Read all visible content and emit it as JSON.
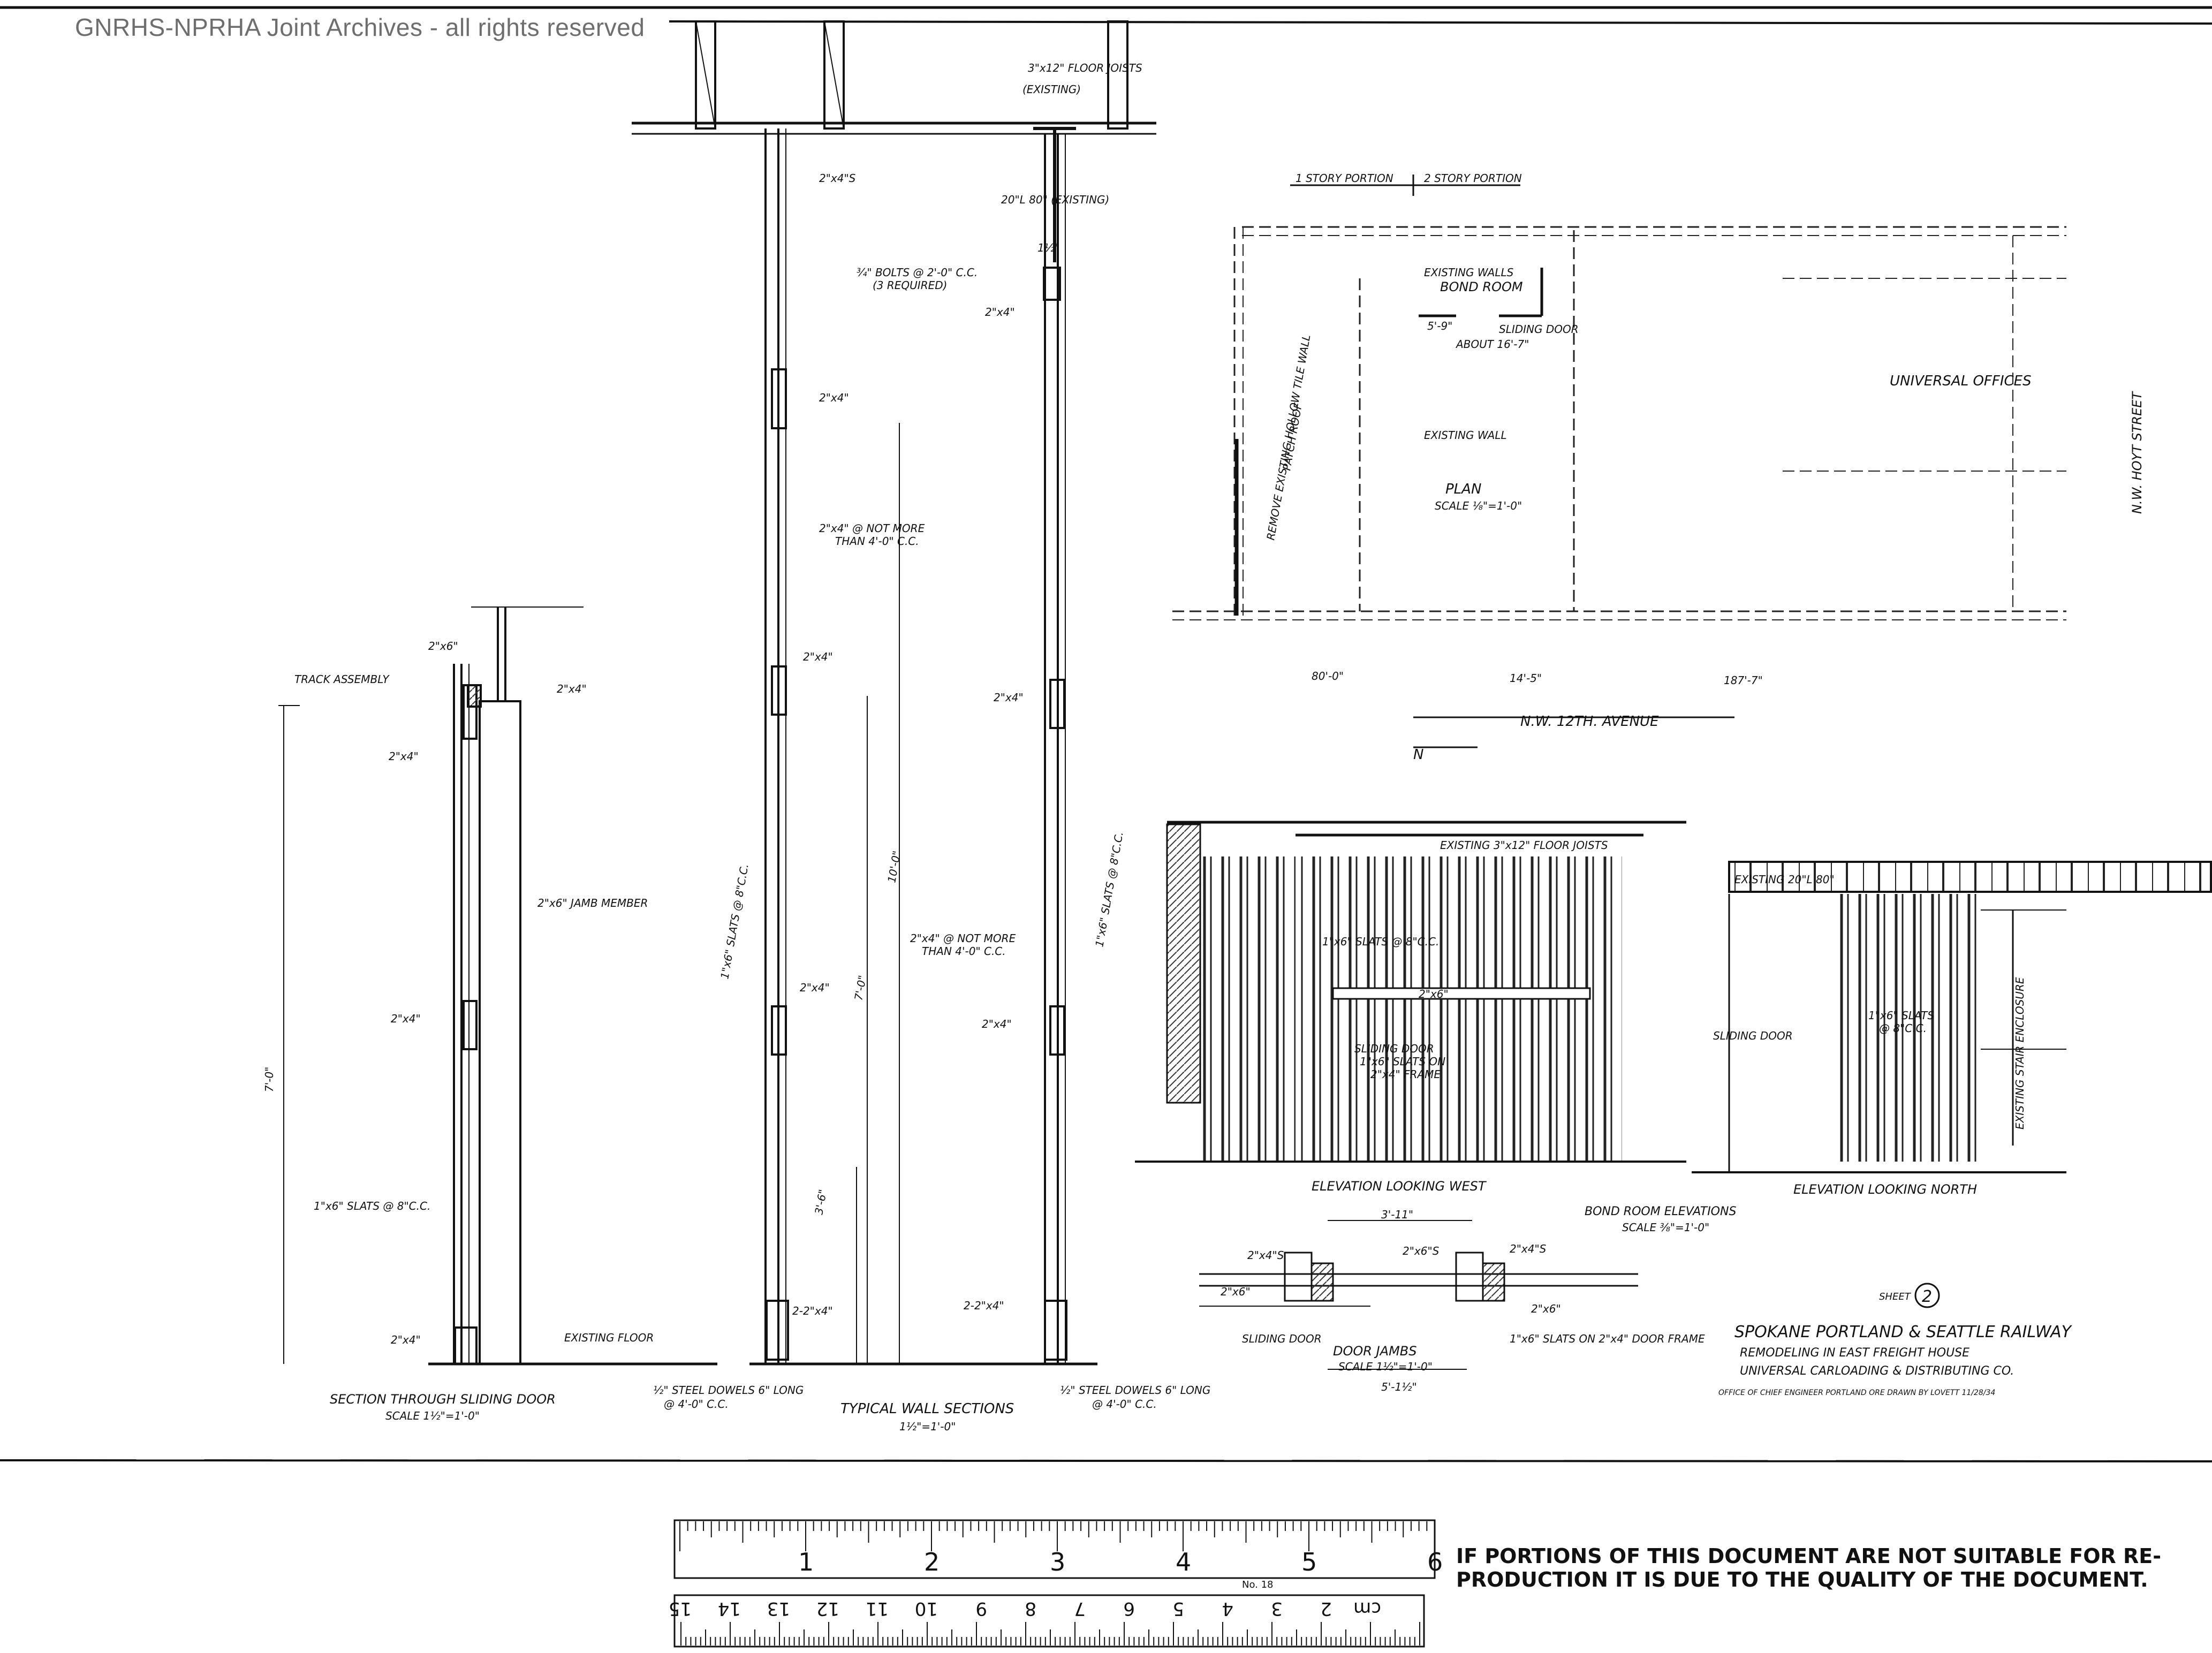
{
  "watermark": "GNRHS-NPRHA Joint Archives - all rights reserved",
  "top_wall": {
    "floor_joists": "3\"x12\" FLOOR JOISTS",
    "existing": "(EXISTING)",
    "studs_top": "2\"x4\"S",
    "beam": "20\"L 80\" (EXISTING)",
    "bolts": "¾\" BOLTS @ 2'-0\" C.C.",
    "bolts_req": "(3 REQUIRED)",
    "half": "1½\"",
    "block_right_top": "2\"x4\"",
    "block_left_mid": "2\"x4\"",
    "note_studs_1": "2\"x4\" @ NOT MORE",
    "note_studs_2": "THAN 4'-0\" C.C.",
    "block_left_low": "2\"x4\"",
    "block_right_mid": "2\"x4\"",
    "slats_left": "1\"x6\" SLATS @ 8\"C.C.",
    "slats_right": "1\"x6\" SLATS @ 8\"C.C.",
    "height_10": "10'-0\"",
    "height_7": "7'-0\"",
    "note2_1": "2\"x4\" @ NOT MORE",
    "note2_2": "THAN 4'-0\" C.C.",
    "block_left_7": "2\"x4\"",
    "block_right_7": "2\"x4\"",
    "height_3": "3'-6\"",
    "bottom_left": "2-2\"x4\"",
    "bottom_right": "2-2\"x4\"",
    "dowel_left_1": "½\" STEEL DOWELS 6\" LONG",
    "dowel_left_2": "@ 4'-0\" C.C.",
    "dowel_right_1": "½\" STEEL DOWELS 6\" LONG",
    "dowel_right_2": "@ 4'-0\" C.C.",
    "title": "TYPICAL WALL SECTIONS",
    "scale": "1½\"=1'-0\""
  },
  "sliding_section": {
    "top_block": "2\"x6\"",
    "track": "TRACK ASSEMBLY",
    "right_block": "2\"x4\"",
    "left_block": "2\"x4\"",
    "jamb": "2\"x6\" JAMB MEMBER",
    "mid_block": "2\"x4\"",
    "height": "7'-0\"",
    "slats": "1\"x6\" SLATS @ 8\"C.C.",
    "bottom_block": "2\"x4\"",
    "floor": "EXISTING FLOOR",
    "title": "SECTION THROUGH SLIDING DOOR",
    "scale": "SCALE 1½\"=1'-0\""
  },
  "plan": {
    "one_story": "1 STORY PORTION",
    "two_story": "2 STORY PORTION",
    "existing_walls": "EXISTING WALLS",
    "bond_room": "BOND ROOM",
    "dim_59": "5'-9\"",
    "sliding_door": "SLIDING DOOR",
    "about": "ABOUT 16'-7\"",
    "remove_note_1": "REMOVE EXISTING HOLLOW TILE WALL",
    "remove_note_2": "PATCH ROOF",
    "existing_wall": "EXISTING WALL",
    "universal": "UNIVERSAL OFFICES",
    "title": "PLAN",
    "scale": "SCALE ⅛\"=1'-0\"",
    "street": "N.W. HOYT STREET",
    "dim_80": "80'-0\"",
    "dim_14": "14'-5\"",
    "dim_187": "187'-7\"",
    "avenue": "N.W. 12TH. AVENUE",
    "north": "N"
  },
  "elev_west": {
    "joists": "EXISTING 3\"x12\" FLOOR JOISTS",
    "slats": "1\"x6\" SLATS @ 8\"C.C.",
    "head": "2\"x6\"",
    "door_1": "SLIDING DOOR",
    "door_2": "1\"x6\" SLATS ON",
    "door_3": "2\"x4\" FRAME",
    "title": "ELEVATION LOOKING WEST"
  },
  "elev_north": {
    "beam": "EXISTING 20\"L 80\"",
    "sliding_door": "SLIDING DOOR",
    "slats_1": "1\"x6\" SLATS",
    "slats_2": "@ 8\"C.C.",
    "enclosure": "EXISTING STAIR ENCLOSURE",
    "title": "ELEVATION LOOKING NORTH"
  },
  "bond_elev": {
    "title": "BOND ROOM ELEVATIONS",
    "scale": "SCALE ⅜\"=1'-0\""
  },
  "door_jambs": {
    "dim_top": "3'-11\"",
    "left_top": "2\"x4\"S",
    "mid_top": "2\"x6\"S",
    "right_top": "2\"x4\"S",
    "left_mid": "2\"x6\"",
    "right_mid": "2\"x6\"",
    "sliding": "SLIDING DOOR",
    "slats": "1\"x6\" SLATS ON 2\"x4\" DOOR FRAME",
    "title": "DOOR JAMBS",
    "scale": "SCALE 1½\"=1'-0\"",
    "dim_bottom": "5'-1½\""
  },
  "title_block": {
    "sheet": "SHEET",
    "sheet_no": "2",
    "railway": "SPOKANE PORTLAND & SEATTLE RAILWAY",
    "line1": "REMODELING IN EAST FREIGHT HOUSE",
    "line2": "UNIVERSAL CARLOADING & DISTRIBUTING CO.",
    "line3": "OFFICE OF CHIEF ENGINEER  PORTLAND ORE  DRAWN BY LOVETT  11/28/34"
  },
  "ruler": {
    "inch_labels": [
      "1",
      "2",
      "3",
      "4",
      "5",
      "6"
    ],
    "cm_labels": [
      "cm",
      "2",
      "3",
      "4",
      "5",
      "6",
      "7",
      "8",
      "9",
      "10",
      "11",
      "12",
      "13",
      "14",
      "15"
    ],
    "model": "No. 18"
  },
  "notice": {
    "line1": "IF PORTIONS OF THIS DOCUMENT ARE NOT SUITABLE FOR RE-",
    "line2": "PRODUCTION IT IS DUE TO THE QUALITY OF THE DOCUMENT."
  }
}
